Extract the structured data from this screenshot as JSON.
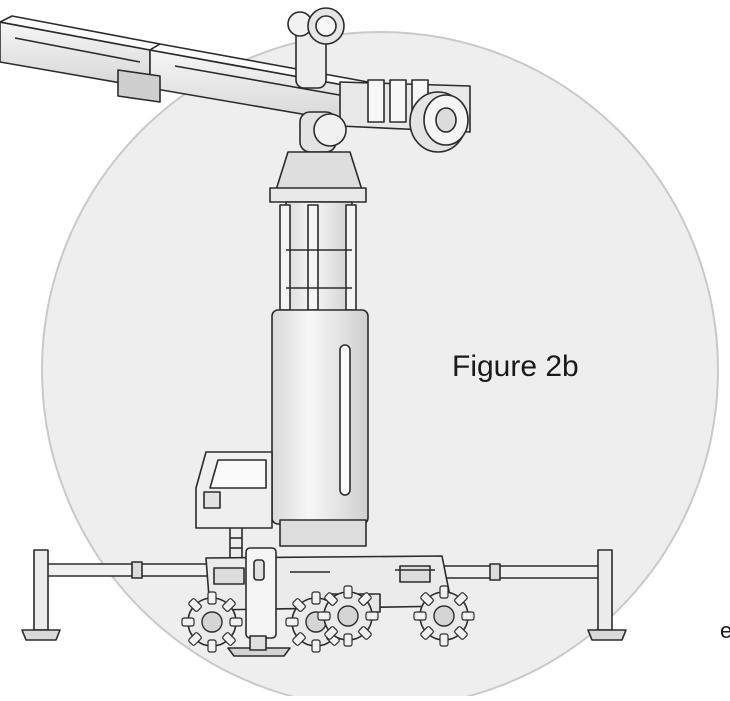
{
  "figure": {
    "label": "Figure 2b",
    "edge_text": "e"
  },
  "colors": {
    "circle_fill": "#eeeeee",
    "circle_stroke": "#c9c9c9",
    "machine_fill": "#f3f3f3",
    "machine_shade": "#d7d7d7",
    "line": "#2b2b2b"
  },
  "icons": [
    "crane-robot-illustration",
    "mecanum-wheel-icon"
  ]
}
